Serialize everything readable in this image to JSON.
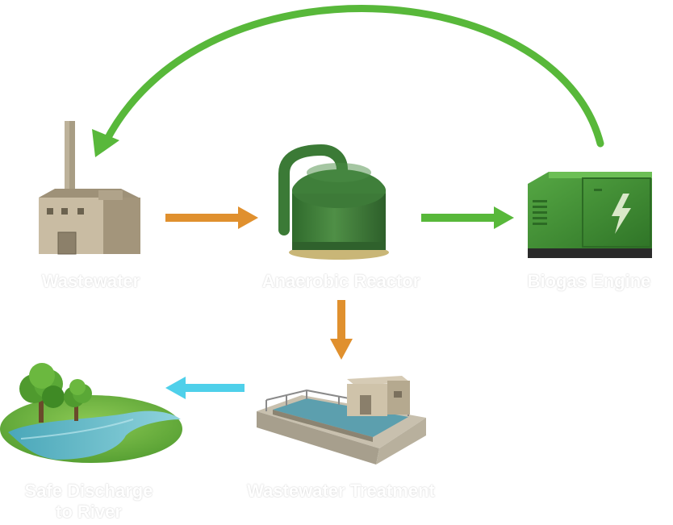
{
  "nodes": {
    "factory": {
      "label": "Wastewater"
    },
    "reactor": {
      "label": "Anaerobic Reactor"
    },
    "engine": {
      "label": "Biogas Engine"
    },
    "treatment": {
      "label": "Wastewater Treatment"
    },
    "river": {
      "label_line1": "Safe Discharge",
      "label_line2": "to River"
    }
  },
  "colors": {
    "orange_arrow": "#e0902e",
    "green_arrow": "#58b83a",
    "cyan_arrow": "#4fd0ea",
    "reactor_green": "#3f7f3a",
    "engine_green": "#3f8f34",
    "building": "#b8a98e",
    "water": "#6ab7c4",
    "grass": "#6fb23f"
  },
  "icons": [
    "factory-icon",
    "reactor-tank-icon",
    "generator-icon",
    "lightning-bolt-icon",
    "treatment-basin-icon",
    "river-landscape-icon"
  ]
}
